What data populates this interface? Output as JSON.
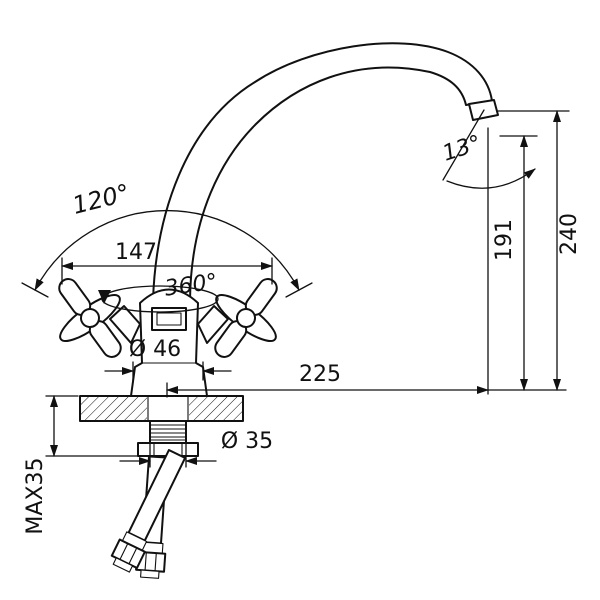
{
  "drawing": {
    "title": "faucet-dimension-diagram",
    "labels": {
      "swivel_angle": "120°",
      "handle_spread": "147",
      "rotation": "360°",
      "body_diameter": "Ø 46",
      "reach": "225",
      "spout_tilt": "13°",
      "outlet_height": "191",
      "overall_height": "240",
      "shank_diameter": "Ø 35",
      "max_thickness": "MAX35"
    },
    "colors": {
      "line": "#111111",
      "background": "#ffffff"
    }
  }
}
